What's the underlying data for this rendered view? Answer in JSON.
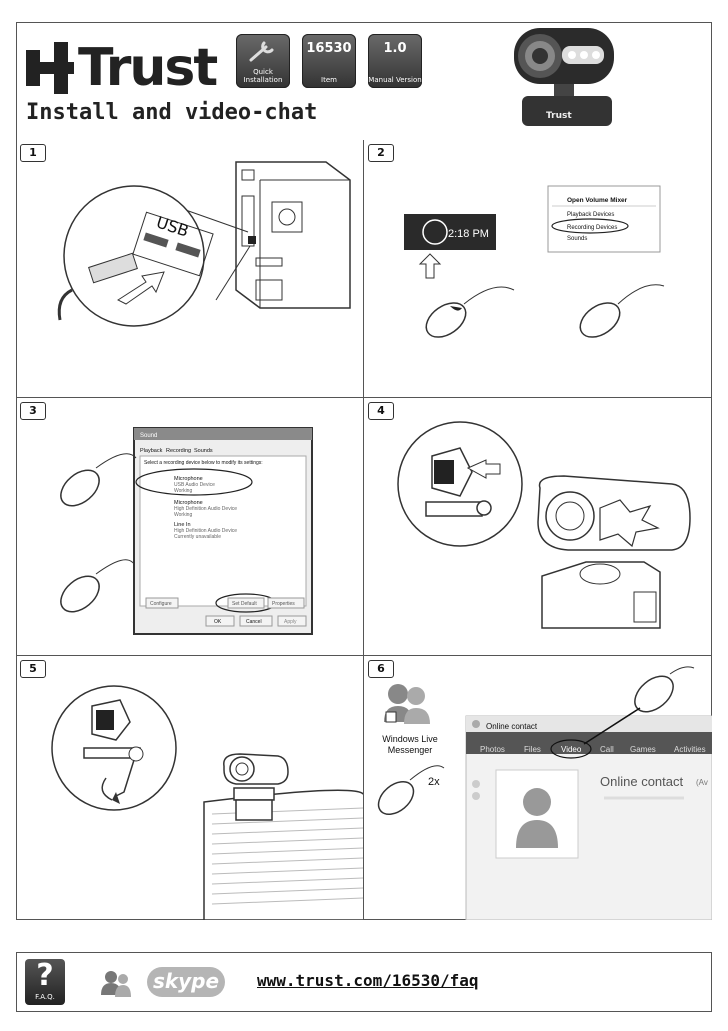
{
  "header": {
    "brand": "Trust",
    "subtitle": "Install and video-chat",
    "badges": [
      {
        "big": "",
        "small": "Quick Installation"
      },
      {
        "big": "16530",
        "small": "Item"
      },
      {
        "big": "1.0",
        "small": "Manual Version"
      }
    ],
    "camera_brand": "Trust"
  },
  "steps": [
    {
      "num": "1",
      "usb_label": "USB"
    },
    {
      "num": "2",
      "tray_time": "2:18 PM",
      "menu_items": [
        "Open Volume Mixer",
        "Playback Devices",
        "Recording Devices",
        "Sounds"
      ]
    },
    {
      "num": "3",
      "dialog": {
        "title": "Sound",
        "tabs": [
          "Playback",
          "Recording",
          "Sounds"
        ],
        "instruction": "Select a recording device below to modify its settings:",
        "devices": [
          {
            "name": "Microphone",
            "desc": "USB Audio Device",
            "status": "Working"
          },
          {
            "name": "Microphone",
            "desc": "High Definition Audio Device",
            "status": "Working"
          },
          {
            "name": "Line In",
            "desc": "High Definition Audio Device",
            "status": "Currently unavailable"
          }
        ],
        "buttons": [
          "Configure",
          "Set Default",
          "Properties",
          "OK",
          "Cancel",
          "Apply"
        ]
      }
    },
    {
      "num": "4"
    },
    {
      "num": "5"
    },
    {
      "num": "6",
      "messenger_label_1": "Windows Live",
      "messenger_label_2": "Messenger",
      "clicks": "2x",
      "window_title": "Online contact",
      "menu": [
        "Photos",
        "Files",
        "Video",
        "Call",
        "Games",
        "Activities"
      ],
      "contact_name": "Online contact",
      "contact_suffix": "(Av"
    }
  ],
  "footer": {
    "faq_glyph": "?",
    "faq_label": "F.A.Q.",
    "skype": "skype",
    "url": "www.trust.com/16530/faq"
  }
}
